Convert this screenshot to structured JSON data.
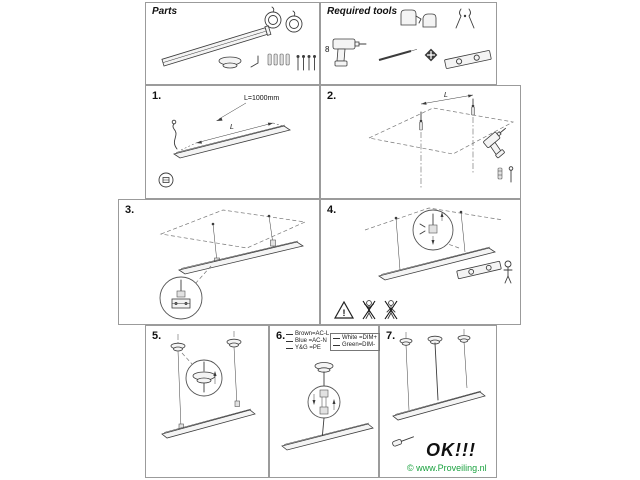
{
  "page": {
    "watermark": "© www.Proveiling.nl",
    "watermark_color": "#1aa23f"
  },
  "parts": {
    "title": "Parts"
  },
  "tools": {
    "title": "Required tools",
    "drill_qty": "8"
  },
  "steps": {
    "s1": {
      "label": "1.",
      "length_label": "L=1000mm",
      "dim": "L"
    },
    "s2": {
      "label": "2.",
      "dim": "L"
    },
    "s3": {
      "label": "3."
    },
    "s4": {
      "label": "4.",
      "warning_mark": "!"
    },
    "s5": {
      "label": "5."
    },
    "s6": {
      "label": "6.",
      "wiring_left": [
        "Brown=AC-L",
        "Blue =AC-N",
        "Y&G =PE"
      ],
      "wiring_right": [
        "White =DIM+",
        "Green=DIM-"
      ]
    },
    "s7": {
      "label": "7.",
      "ok_text": "OK!!!"
    }
  }
}
